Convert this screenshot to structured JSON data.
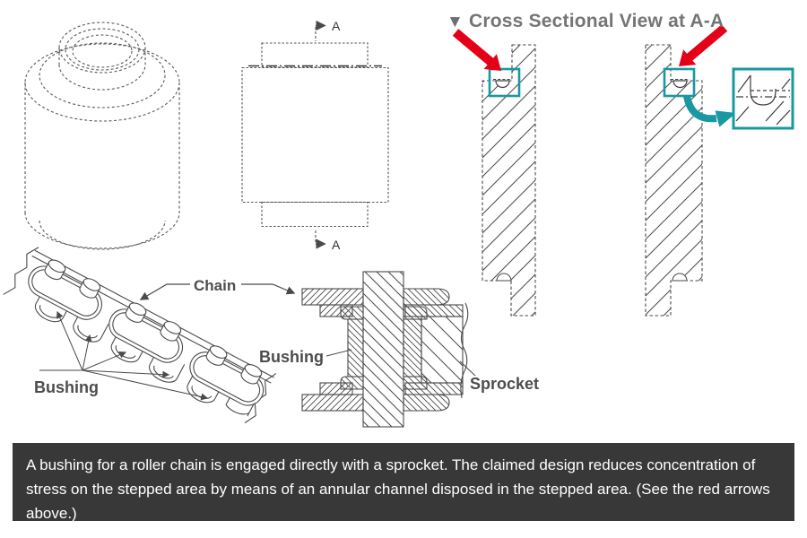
{
  "figure_labels": {
    "cross_section_marker": "▼",
    "cross_section_title": "Cross Sectional View at A-A",
    "section_arrow_top": "A",
    "section_arrow_bottom": "A",
    "chain": "Chain",
    "bushing_chain": "Bushing",
    "bushing_assembly": "Bushing",
    "sprocket": "Sprocket"
  },
  "caption": "A bushing for a roller chain is engaged directly with a sprocket. The claimed design reduces concentration of stress on the stepped area by means of an annular channel disposed in the stepped area. (See the red arrows above.)",
  "colors": {
    "accent_red": "#e50019",
    "accent_teal": "#1898a0",
    "title_gray": "#757575",
    "line_color": "#4a4a4a",
    "caption_bg": "#383838",
    "caption_text": "#ffffff"
  }
}
